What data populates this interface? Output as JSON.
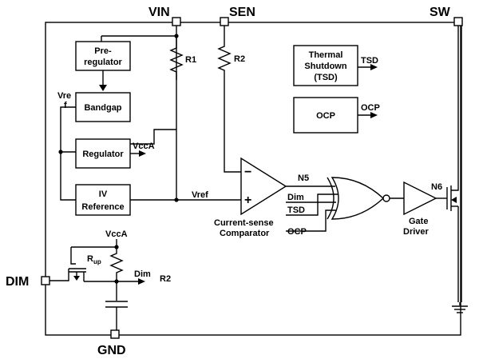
{
  "pins": {
    "vin": "VIN",
    "sen": "SEN",
    "sw": "SW",
    "dim": "DIM",
    "gnd": "GND"
  },
  "blocks": {
    "preregulator_line1": "Pre-",
    "preregulator_line2": "regulator",
    "bandgap": "Bandgap",
    "regulator": "Regulator",
    "iv_line1": "IV",
    "iv_line2": "Reference",
    "thermal_line1": "Thermal",
    "thermal_line2": "Shutdown",
    "thermal_line3": "(TSD)",
    "ocp": "OCP"
  },
  "labels": {
    "r1": "R1",
    "r2_top": "R2",
    "vref_side_line1": "Vre",
    "vref_side_line2": "f",
    "vcca_reg": "VccA",
    "vref": "Vref",
    "tsd_out": "TSD",
    "ocp_out": "OCP",
    "n5": "N5",
    "n6": "N6",
    "comp_line1": "Current-sense",
    "comp_line2": "Comparator",
    "gate_line1": "Gate",
    "gate_line2": "Driver",
    "dim_in": "Dim",
    "tsd_in": "TSD",
    "ocp_in": "OCP",
    "vcca_dim": "VccA",
    "rup_main": "R",
    "rup_sub": "up",
    "dim_out": "Dim",
    "r2_bottom": "R2",
    "minus": "−",
    "plus": "+"
  }
}
